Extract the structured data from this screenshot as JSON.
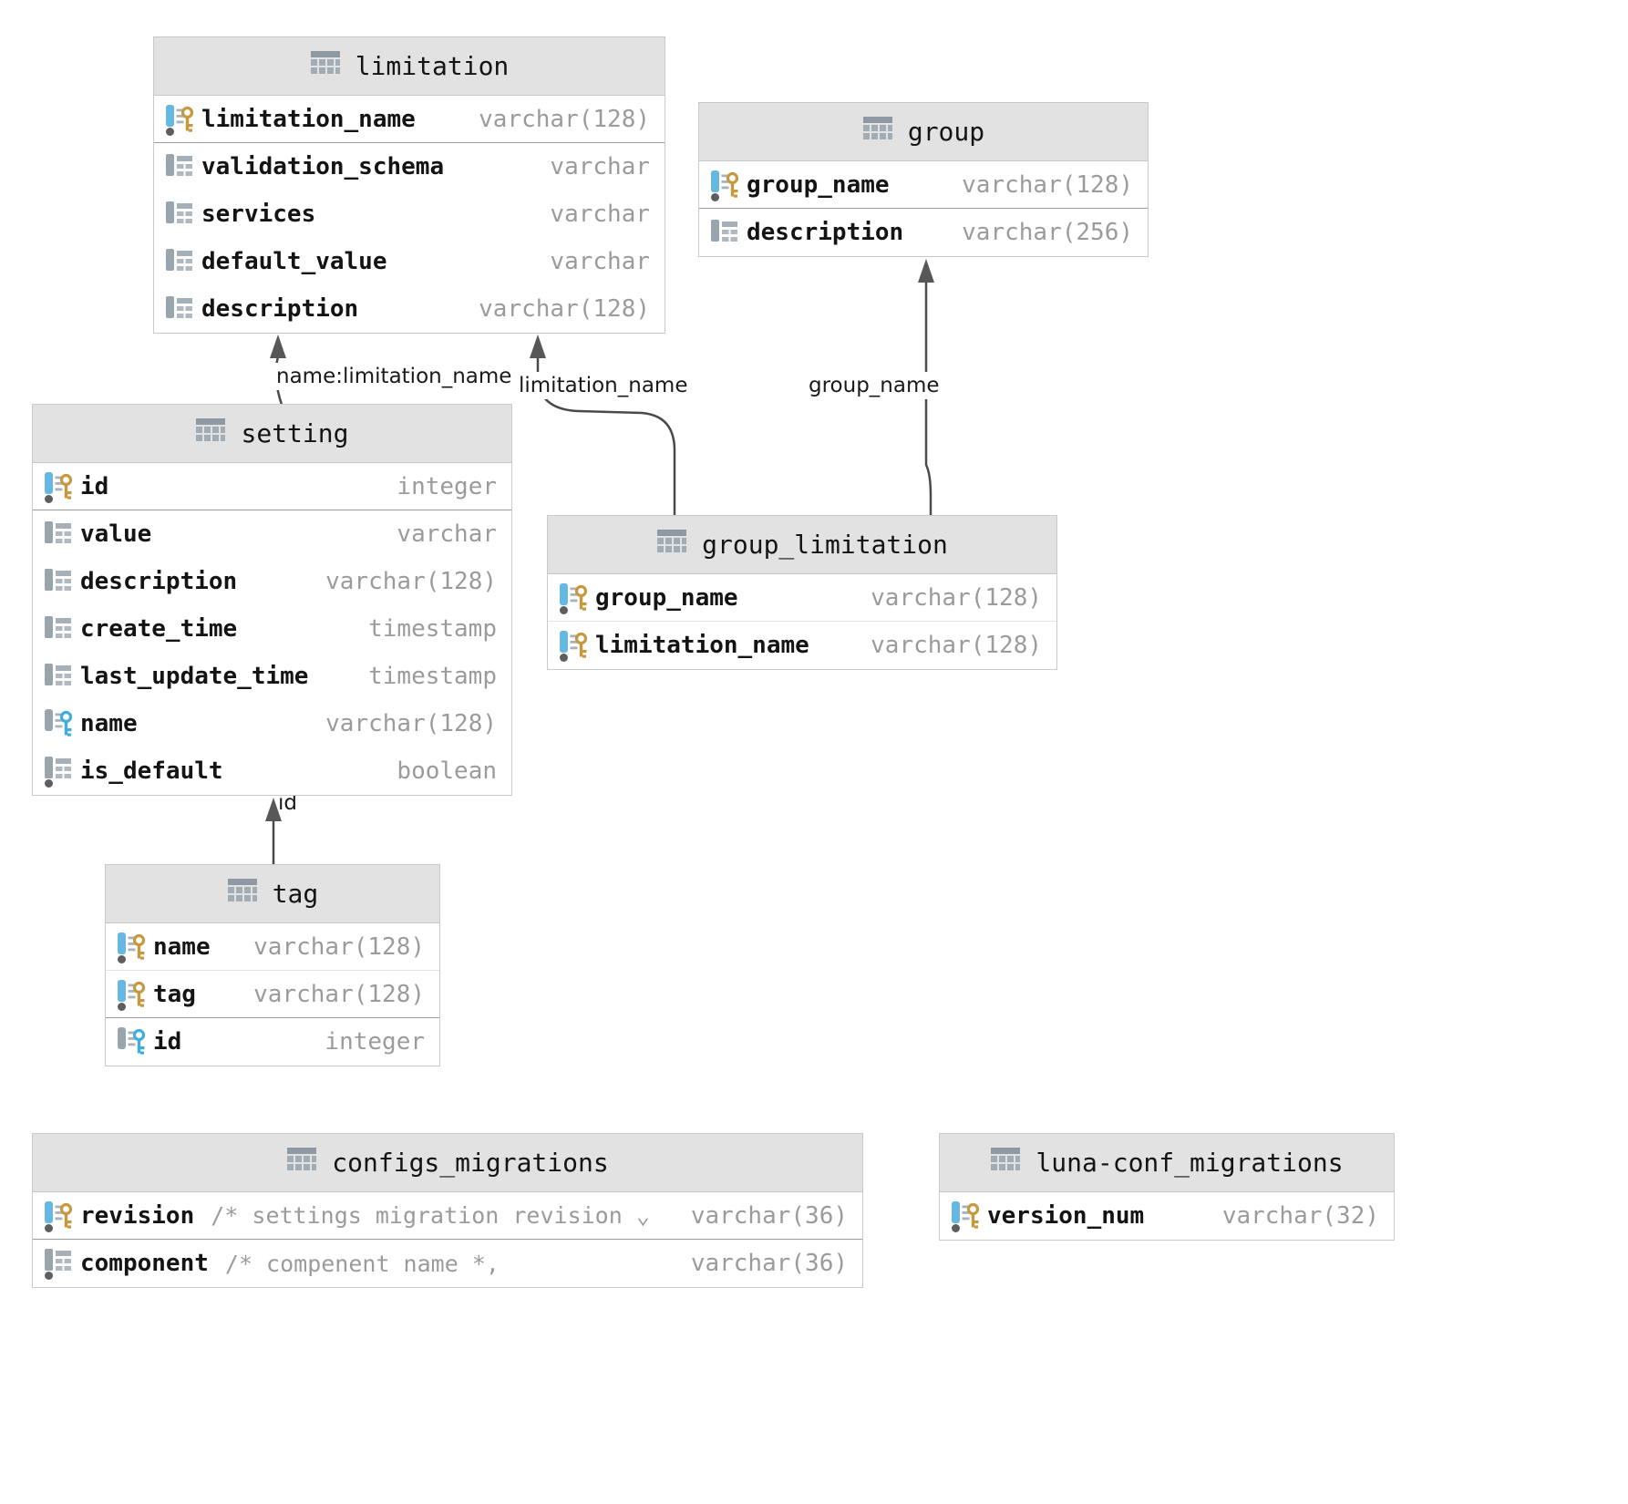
{
  "diagram": {
    "tables": [
      {
        "name": "limitation",
        "pk_count": 1,
        "columns": [
          {
            "name": "limitation_name",
            "type": "varchar(128)",
            "icon": "pk"
          },
          {
            "name": "validation_schema",
            "type": "varchar",
            "icon": "col"
          },
          {
            "name": "services",
            "type": "varchar",
            "icon": "col"
          },
          {
            "name": "default_value",
            "type": "varchar",
            "icon": "col"
          },
          {
            "name": "description",
            "type": "varchar(128)",
            "icon": "col"
          }
        ]
      },
      {
        "name": "group",
        "pk_count": 1,
        "columns": [
          {
            "name": "group_name",
            "type": "varchar(128)",
            "icon": "pk"
          },
          {
            "name": "description",
            "type": "varchar(256)",
            "icon": "col"
          }
        ]
      },
      {
        "name": "setting",
        "pk_count": 1,
        "columns": [
          {
            "name": "id",
            "type": "integer",
            "icon": "pk"
          },
          {
            "name": "value",
            "type": "varchar",
            "icon": "col"
          },
          {
            "name": "description",
            "type": "varchar(128)",
            "icon": "col"
          },
          {
            "name": "create_time",
            "type": "timestamp",
            "icon": "col"
          },
          {
            "name": "last_update_time",
            "type": "timestamp",
            "icon": "col"
          },
          {
            "name": "name",
            "type": "varchar(128)",
            "icon": "fk"
          },
          {
            "name": "is_default",
            "type": "boolean",
            "icon": "col-nn"
          }
        ]
      },
      {
        "name": "group_limitation",
        "pk_count": 2,
        "columns": [
          {
            "name": "group_name",
            "type": "varchar(128)",
            "icon": "pk"
          },
          {
            "name": "limitation_name",
            "type": "varchar(128)",
            "icon": "pk"
          }
        ]
      },
      {
        "name": "tag",
        "pk_count": 2,
        "columns": [
          {
            "name": "name",
            "type": "varchar(128)",
            "icon": "pk"
          },
          {
            "name": "tag",
            "type": "varchar(128)",
            "icon": "pk"
          },
          {
            "name": "id",
            "type": "integer",
            "icon": "fk"
          }
        ]
      },
      {
        "name": "configs_migrations",
        "pk_count": 1,
        "columns": [
          {
            "name": "revision",
            "comment": "/* settings migration revision ⌄",
            "type": "varchar(36)",
            "icon": "pk"
          },
          {
            "name": "component",
            "comment": "/* compenent name *,",
            "type": "varchar(36)",
            "icon": "col-nn"
          }
        ]
      },
      {
        "name": "luna-conf_migrations",
        "pk_count": 1,
        "columns": [
          {
            "name": "version_num",
            "type": "varchar(32)",
            "icon": "pk"
          }
        ]
      }
    ],
    "relationships": [
      {
        "from": "setting",
        "to": "limitation",
        "label": "name:limitation_name"
      },
      {
        "from": "group_limitation",
        "to": "limitation",
        "label": "limitation_name"
      },
      {
        "from": "group_limitation",
        "to": "group",
        "label": "group_name"
      },
      {
        "from": "tag",
        "to": "setting",
        "label": "id"
      }
    ],
    "colors": {
      "header_bg": "#E2E2E2",
      "table_border": "#C9C9C9",
      "primary_key": "#C6993E",
      "foreign_key": "#3FAEDC",
      "key_bar_blue": "#66B8E3",
      "icon_gray": "#9AA4AD",
      "type_text": "#9B9B9B",
      "arrow_line": "#4A4A4A"
    }
  }
}
